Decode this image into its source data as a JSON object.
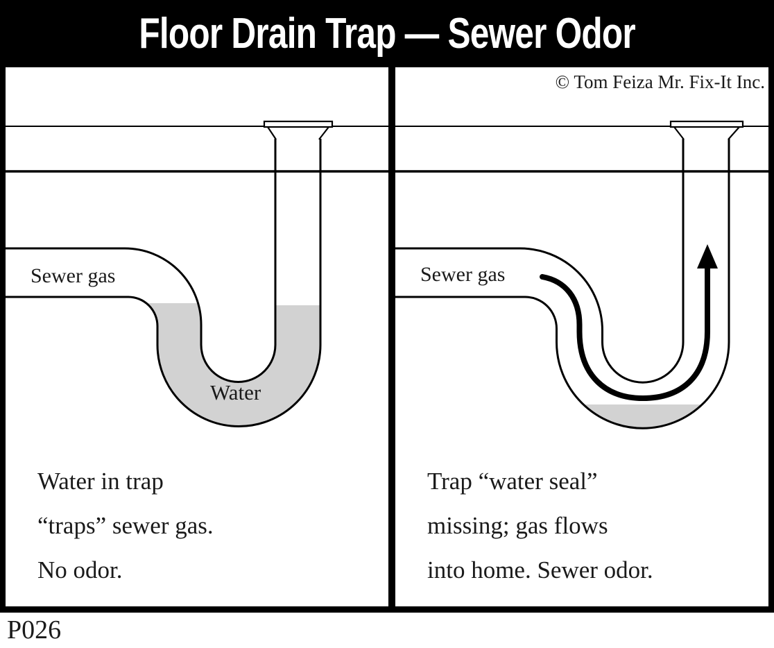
{
  "title": "Floor Drain Trap — Sewer Odor",
  "copyright": "© Tom Feiza Mr. Fix-It Inc.",
  "figure_code": "P026",
  "colors": {
    "line": "#000000",
    "background": "#ffffff",
    "water": "#d2d2d2",
    "title_bg": "#000000",
    "title_text": "#ffffff"
  },
  "left_panel": {
    "gas_label": "Sewer gas",
    "water_label": "Water",
    "caption_lines": [
      "Water in trap",
      "“traps” sewer gas.",
      "No odor."
    ]
  },
  "right_panel": {
    "gas_label": "Sewer gas",
    "caption_lines": [
      "Trap “water seal”",
      "missing; gas flows",
      "into home. Sewer odor."
    ]
  }
}
